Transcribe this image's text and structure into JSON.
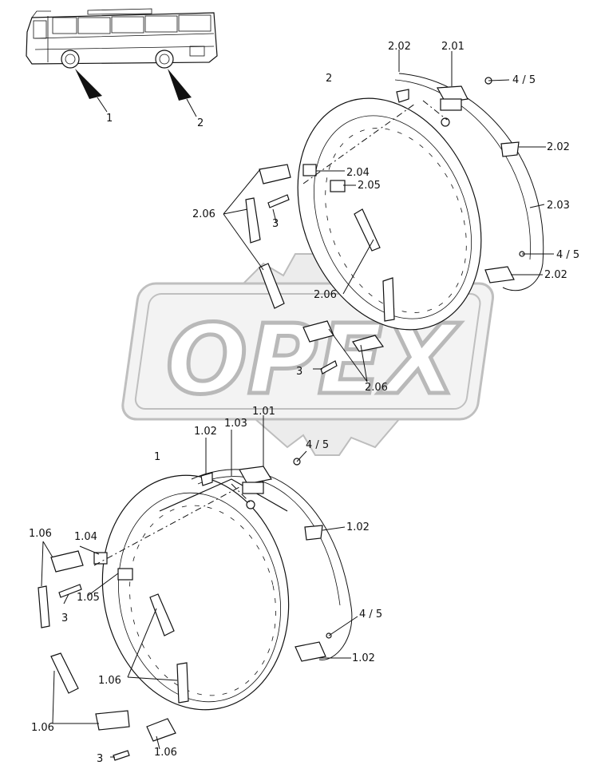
{
  "watermark": {
    "text": "OPEX"
  },
  "callouts": {
    "bus_front_wheel": "1",
    "bus_rear_wheel": "2",
    "rear_assembly": "2",
    "rear_2_02_top": "2.02",
    "rear_2_01": "2.01",
    "rear_4_5_top": "4 / 5",
    "rear_2_02_mid": "2.02",
    "rear_2_04": "2.04",
    "rear_2_05": "2.05",
    "rear_2_06_left": "2.06",
    "rear_3_left": "3",
    "rear_2_03": "2.03",
    "rear_4_5_bottom": "4 / 5",
    "rear_2_02_bottom": "2.02",
    "rear_2_06_center": "2.06",
    "rear_3_bottom": "3",
    "rear_2_06_bottom": "2.06",
    "front_1_01": "1.01",
    "front_1_02_top": "1.02",
    "front_1_03": "1.03",
    "front_4_5_top": "4 / 5",
    "front_assembly": "1",
    "front_1_02_mid": "1.02",
    "front_1_06_left": "1.06",
    "front_1_04": "1.04",
    "front_1_05": "1.05",
    "front_3_left": "3",
    "front_4_5_bottom": "4 / 5",
    "front_1_02_bottom": "1.02",
    "front_1_06_center": "1.06",
    "front_1_06_lower_left": "1.06",
    "front_3_bottom": "3",
    "front_1_06_bottom": "1.06"
  }
}
